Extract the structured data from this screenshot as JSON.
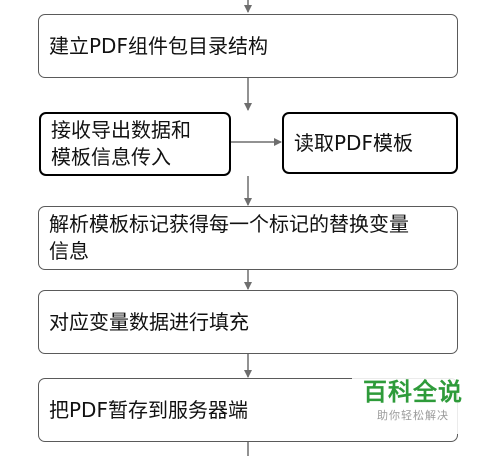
{
  "nodes": {
    "step1": "建立PDF组件包目录结构",
    "step2_line1": "接收导出数据和",
    "step2_line2": "模板信息传入",
    "step3": "读取PDF模板",
    "step4_line1": "解析模板标记获得每一个标记的替换变量",
    "step4_line2": "信息",
    "step5": "对应变量数据进行填充",
    "step6": "把PDF暂存到服务器端"
  },
  "watermark": {
    "title": "百科全说",
    "subtitle": "助你轻松解决",
    "title_color": "#2e9b3a"
  },
  "colors": {
    "border": "#5a5a5a",
    "connector": "#6e6e6e"
  }
}
